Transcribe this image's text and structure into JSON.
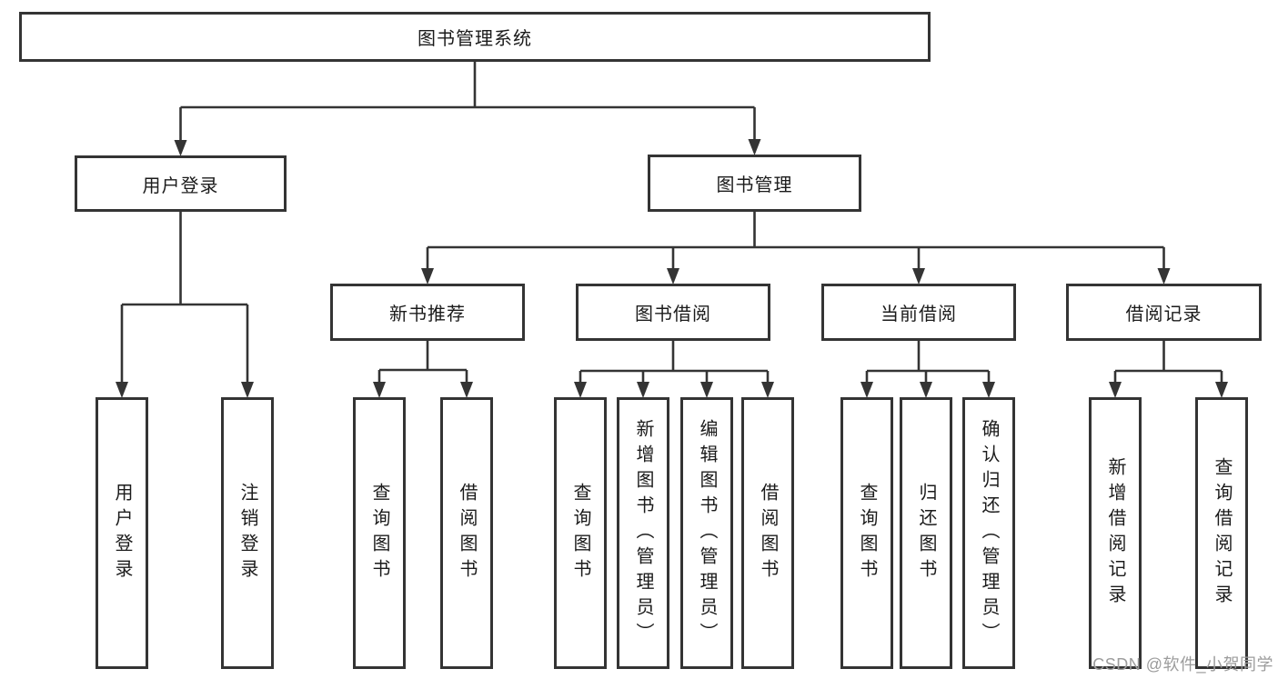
{
  "diagram_title": "图书管理系统",
  "nodes": [
    {
      "id": "root",
      "label": "图书管理系统",
      "level": 1,
      "parent": null
    },
    {
      "id": "user-login",
      "label": "用户登录",
      "level": 2,
      "parent": "root"
    },
    {
      "id": "book-management",
      "label": "图书管理",
      "level": 2,
      "parent": "root"
    },
    {
      "id": "new-book-recommend",
      "label": "新书推荐",
      "level": 3,
      "parent": "book-management"
    },
    {
      "id": "book-borrow",
      "label": "图书借阅",
      "level": 3,
      "parent": "book-management"
    },
    {
      "id": "current-borrow",
      "label": "当前借阅",
      "level": 3,
      "parent": "book-management"
    },
    {
      "id": "borrow-records",
      "label": "借阅记录",
      "level": 3,
      "parent": "book-management"
    },
    {
      "id": "leaf-user-login",
      "label": "用户登录",
      "level": 4,
      "parent": "user-login"
    },
    {
      "id": "leaf-logout",
      "label": "注销登录",
      "level": 4,
      "parent": "user-login"
    },
    {
      "id": "leaf-query-books-1",
      "label": "查询图书",
      "level": 4,
      "parent": "new-book-recommend"
    },
    {
      "id": "leaf-borrow-books-1",
      "label": "借阅图书",
      "level": 4,
      "parent": "new-book-recommend"
    },
    {
      "id": "leaf-query-books-2",
      "label": "查询图书",
      "level": 4,
      "parent": "book-borrow"
    },
    {
      "id": "leaf-add-books",
      "label": "新增图书（管理员）",
      "level": 4,
      "parent": "book-borrow"
    },
    {
      "id": "leaf-edit-books",
      "label": "编辑图书（管理员）",
      "level": 4,
      "parent": "book-borrow"
    },
    {
      "id": "leaf-borrow-books-2",
      "label": "借阅图书",
      "level": 4,
      "parent": "book-borrow"
    },
    {
      "id": "leaf-query-books-3",
      "label": "查询图书",
      "level": 4,
      "parent": "current-borrow"
    },
    {
      "id": "leaf-return-books",
      "label": "归还图书",
      "level": 4,
      "parent": "current-borrow"
    },
    {
      "id": "leaf-confirm-return",
      "label": "确认归还（管理员）",
      "level": 4,
      "parent": "current-borrow"
    },
    {
      "id": "leaf-add-borrow-record",
      "label": "新增借阅记录",
      "level": 4,
      "parent": "borrow-records"
    },
    {
      "id": "leaf-query-borrow-record",
      "label": "查询借阅记录",
      "level": 4,
      "parent": "borrow-records"
    }
  ],
  "watermark": {
    "text": "CSDN @软件_小贺同学"
  },
  "colors": {
    "line": "#343434",
    "text": "#1b1b1b",
    "background": "#ffffff",
    "watermark": "#9c9c9c"
  }
}
